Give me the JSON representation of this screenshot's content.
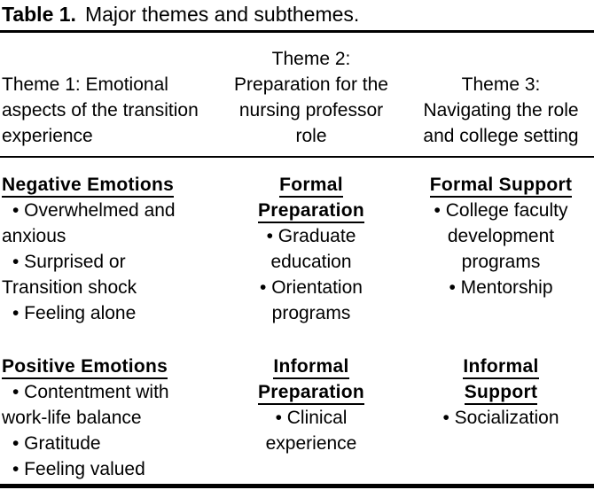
{
  "caption": {
    "label": "Table 1.",
    "text": "Major themes and subthemes."
  },
  "colors": {
    "text": "#000000",
    "background": "#ffffff",
    "rule": "#000000"
  },
  "columns": [
    {
      "id": "theme-1",
      "header_lines": [
        "Theme 1: Emotional",
        "aspects of the transition",
        "experience"
      ]
    },
    {
      "id": "theme-2",
      "header_lines": [
        "Theme 2:",
        "Preparation for the",
        "nursing professor",
        "role"
      ]
    },
    {
      "id": "theme-3",
      "header_lines": [
        "Theme 3:",
        "Navigating the role",
        "and college setting"
      ]
    }
  ],
  "sections": {
    "negative_emotions": {
      "heading_lines": [
        "Negative Emotions"
      ],
      "lines": [
        "• Overwhelmed and",
        "anxious",
        "• Surprised or",
        "Transition shock",
        "• Feeling alone"
      ]
    },
    "formal_preparation": {
      "heading_lines": [
        "Formal",
        "Preparation"
      ],
      "lines": [
        "• Graduate",
        "education",
        "• Orientation",
        "programs"
      ]
    },
    "formal_support": {
      "heading_lines": [
        "Formal Support"
      ],
      "lines": [
        "• College faculty",
        "development",
        "programs",
        "• Mentorship"
      ]
    },
    "positive_emotions": {
      "heading_lines": [
        "Positive Emotions"
      ],
      "lines": [
        "• Contentment with",
        "work-life balance",
        "• Gratitude",
        "• Feeling valued"
      ]
    },
    "informal_preparation": {
      "heading_lines": [
        "Informal",
        "Preparation"
      ],
      "lines": [
        "• Clinical",
        "experience"
      ]
    },
    "informal_support": {
      "heading_lines": [
        "Informal",
        "Support"
      ],
      "lines": [
        "• Socialization"
      ]
    }
  }
}
